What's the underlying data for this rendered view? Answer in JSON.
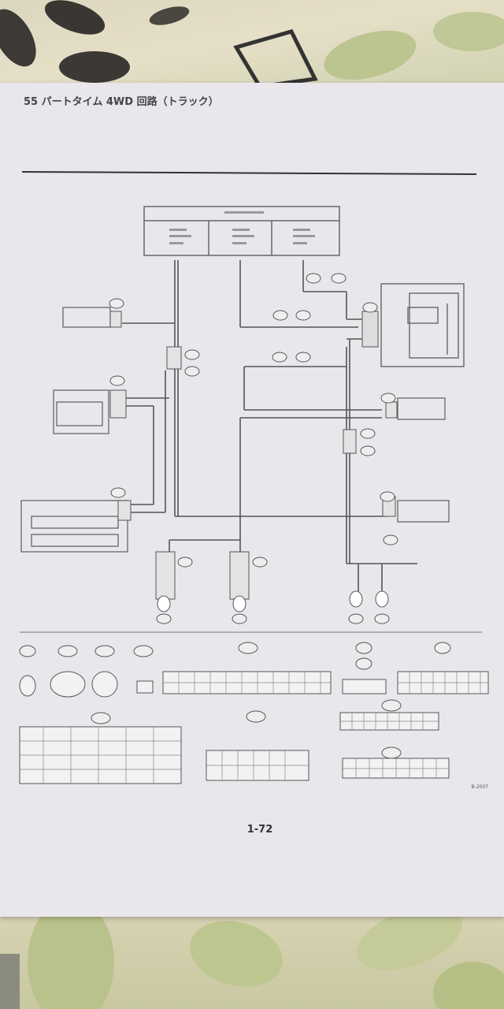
{
  "page": {
    "title": "55 パートタイム 4WD 回路（トラック）",
    "page_number": "1-72",
    "code": "B-2007"
  },
  "diagram": {
    "ecu_title": "",
    "ecu_sections": [
      "",
      "",
      ""
    ],
    "legend_1": "",
    "legend_2": "",
    "harness_note": "",
    "colors": {
      "paper": "#e9e7ec",
      "line": "#555555",
      "box": "#666666"
    }
  }
}
